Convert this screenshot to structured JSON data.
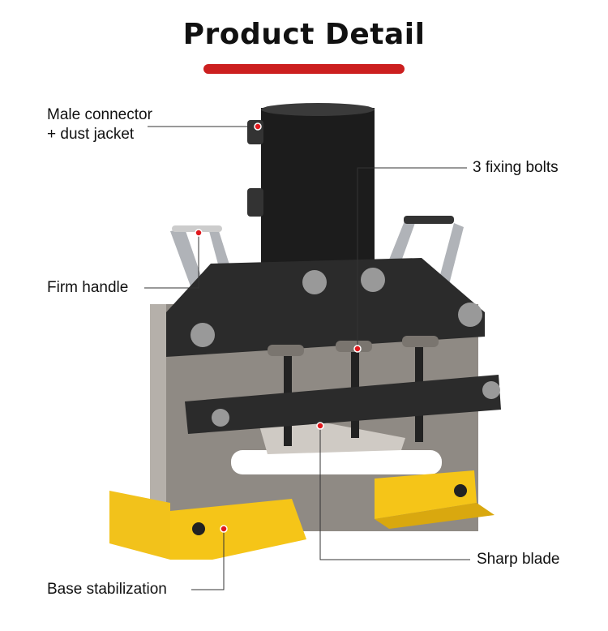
{
  "header": {
    "title": "Product Detail"
  },
  "callouts": {
    "connector_line1": "Male connector",
    "connector_line2": "+ dust jacket",
    "bolts": "3 fixing bolts",
    "handle": "Firm handle",
    "blade": "Sharp blade",
    "base": "Base stabilization"
  },
  "colors": {
    "accent": "#cc1f1f",
    "base_yellow": "#f2c21b",
    "plate": "#8f8a84",
    "frame": "#2b2b2b"
  }
}
